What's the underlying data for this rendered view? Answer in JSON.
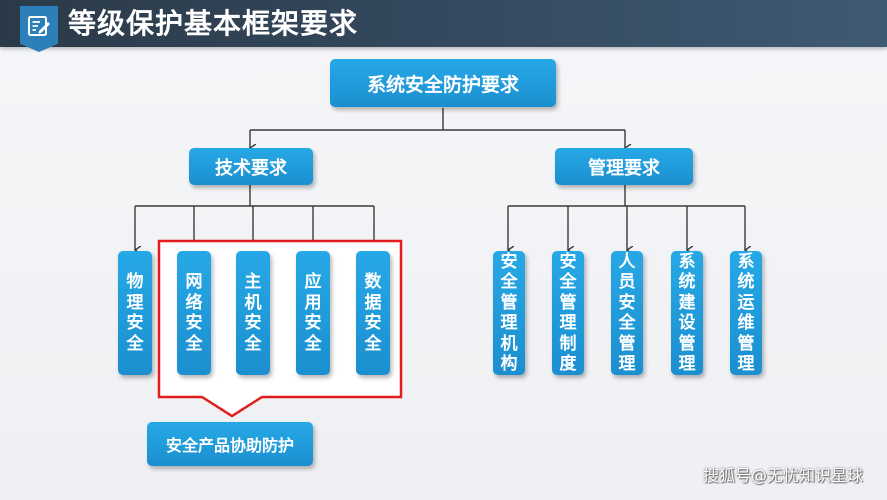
{
  "title": "等级保护基本框架要求",
  "colors": {
    "header_bg": "#34495e",
    "node_blue": "#1b8fd0",
    "highlight_red": "#e21c1c",
    "icon_box": "#2c7fb8"
  },
  "header_icon": "edit-note-icon",
  "root": {
    "label": "系统安全防护要求"
  },
  "branches": {
    "tech": {
      "label": "技术要求",
      "children": [
        "物理安全",
        "网络安全",
        "主机安全",
        "应用安全",
        "数据安全"
      ]
    },
    "mgmt": {
      "label": "管理要求",
      "children": [
        "安全管理机构",
        "安全管理制度",
        "人员安全管理",
        "系统建设管理",
        "系统运维管理"
      ]
    }
  },
  "callout": {
    "label": "安全产品协助防护"
  },
  "watermark": "搜狐号@无忧知识星球"
}
